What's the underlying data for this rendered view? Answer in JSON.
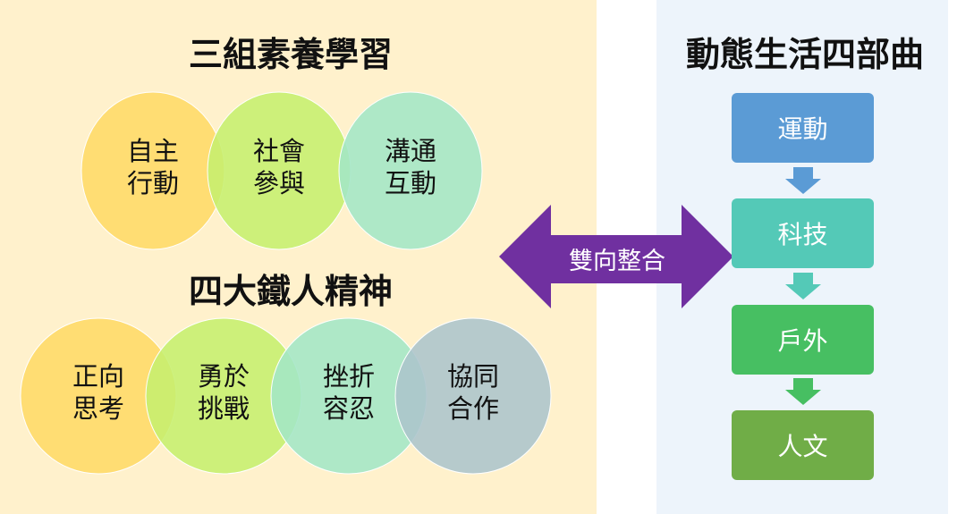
{
  "left_panel": {
    "title_top": "三組素養學習",
    "top_circles": [
      {
        "line1": "自主",
        "line2": "行動",
        "color": "#FFD966"
      },
      {
        "line1": "社會",
        "line2": "參與",
        "color": "#C6EF6E"
      },
      {
        "line1": "溝通",
        "line2": "互動",
        "color": "#A3E6C6"
      }
    ],
    "title_bottom": "四大鐵人精神",
    "bottom_circles": [
      {
        "line1": "正向",
        "line2": "思考",
        "color": "#FFD966"
      },
      {
        "line1": "勇於",
        "line2": "挑戰",
        "color": "#C6EF6E"
      },
      {
        "line1": "挫折",
        "line2": "容忍",
        "color": "#A3E6C6"
      },
      {
        "line1": "協同",
        "line2": "合作",
        "color": "#ACC4CC"
      }
    ]
  },
  "connector": {
    "label": "雙向整合",
    "color": "#7030A0"
  },
  "right_panel": {
    "title": "動態生活四部曲",
    "steps": [
      {
        "label": "運動",
        "color": "#5B9BD5"
      },
      {
        "label": "科技",
        "color": "#54C9B7"
      },
      {
        "label": "戶外",
        "color": "#47BF62"
      },
      {
        "label": "人文",
        "color": "#70AD47"
      }
    ]
  }
}
